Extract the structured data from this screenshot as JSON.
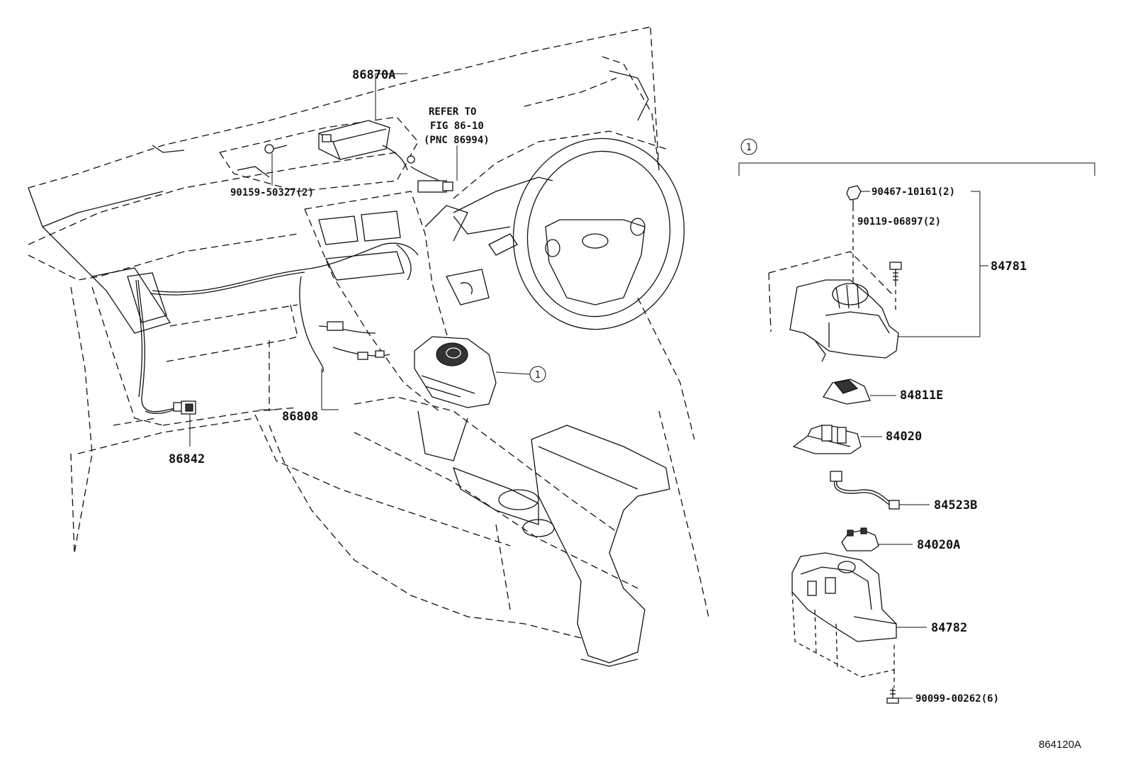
{
  "labels": {
    "p86870a": "86870A",
    "refer_line1": "REFER TO",
    "refer_line2": "FIG 86-10",
    "refer_line3": "(PNC 86994)",
    "p90159": "90159-50327(2)",
    "p86808": "86808",
    "p86842": "86842",
    "callout_main": "1",
    "callout_group": "1",
    "p90467": "90467-10161(2)",
    "p90119": "90119-06897(2)",
    "p84781": "84781",
    "p84811e": "84811E",
    "p84020": "84020",
    "p84523b": "84523B",
    "p84020a": "84020A",
    "p84782": "84782",
    "p90099": "90099-00262(6)",
    "figure_id": "864120A"
  }
}
